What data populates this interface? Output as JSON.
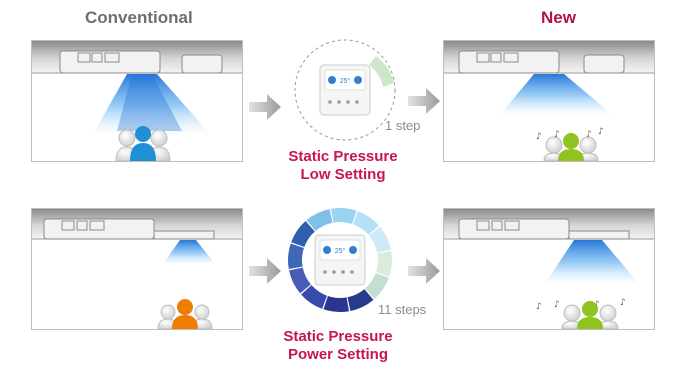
{
  "headings": {
    "conventional": "Conventional",
    "new": "New"
  },
  "rows": [
    {
      "caption_line1": "Static Pressure",
      "caption_line2": "Low Setting",
      "steps": "1 step",
      "person_colors": {
        "conventional": "#1f8fd6",
        "new": "#8fc31f"
      }
    },
    {
      "caption_line1": "Static Pressure",
      "caption_line2": "Power Setting",
      "steps": "11 steps",
      "person_colors": {
        "conventional": "#ef7d00",
        "new": "#8fc31f"
      }
    }
  ],
  "controller_display": "25°",
  "colors": {
    "accent": "#c8154f",
    "new_heading": "#b4124a",
    "airflow": "#3a8fe0"
  },
  "ring_colors": [
    "#9bd3f2",
    "#b6e0f7",
    "#cfe9f6",
    "#d9ecdf",
    "#c4dfd2",
    "#273a8c",
    "#2b3690",
    "#3a4aa8",
    "#4a5bb5",
    "#3f67b8",
    "#2d5fae",
    "#7fbfea"
  ]
}
